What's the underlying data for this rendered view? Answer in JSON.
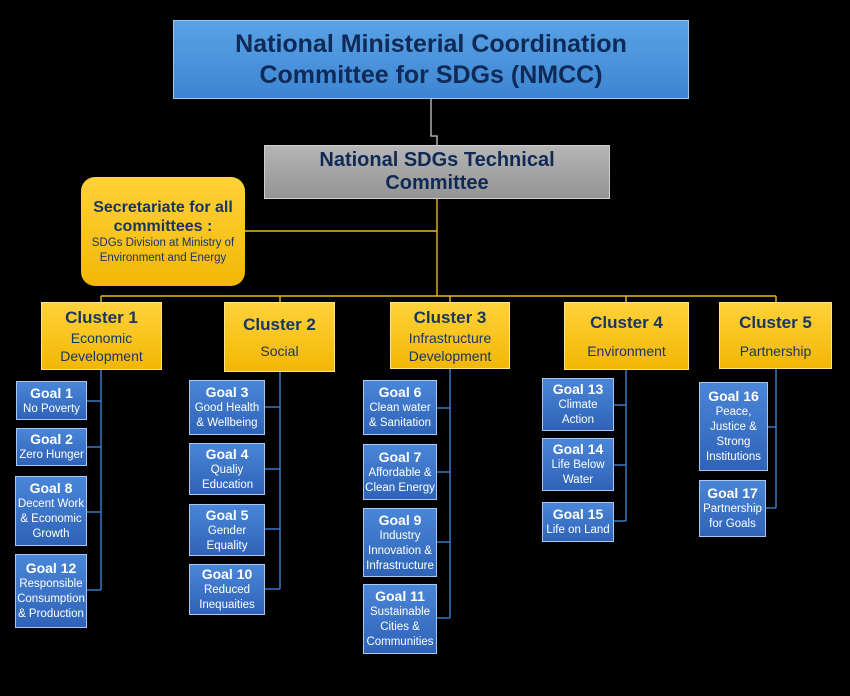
{
  "top": {
    "line1": "National Ministerial Coordination",
    "line2": "Committee for SDGs (NMCC)"
  },
  "technical": {
    "label": "National SDGs Technical Committee"
  },
  "secretariat": {
    "title": "Secretariate for all committees :",
    "body": "SDGs Division at Ministry of Environment and Energy"
  },
  "clusters": [
    {
      "title": "Cluster 1",
      "subtitle": "Economic Development",
      "goals": [
        {
          "title": "Goal 1",
          "desc": "No Poverty"
        },
        {
          "title": "Goal 2",
          "desc": "Zero Hunger"
        },
        {
          "title": "Goal 8",
          "desc": "Decent Work & Economic Growth"
        },
        {
          "title": "Goal 12",
          "desc": "Responsible Consumption & Production"
        }
      ]
    },
    {
      "title": "Cluster 2",
      "subtitle": "Social",
      "goals": [
        {
          "title": "Goal 3",
          "desc": "Good Health & Wellbeing"
        },
        {
          "title": "Goal 4",
          "desc": "Qualiy Education"
        },
        {
          "title": "Goal 5",
          "desc": "Gender Equality"
        },
        {
          "title": "Goal 10",
          "desc": "Reduced Inequaities"
        }
      ]
    },
    {
      "title": "Cluster 3",
      "subtitle": "Infrastructure Development",
      "goals": [
        {
          "title": "Goal 6",
          "desc": "Clean water & Sanitation"
        },
        {
          "title": "Goal 7",
          "desc": "Affordable & Clean Energy"
        },
        {
          "title": "Goal 9",
          "desc": "Industry Innovation & Infrastructure"
        },
        {
          "title": "Goal 11",
          "desc": "Sustainable Cities & Communities"
        }
      ]
    },
    {
      "title": "Cluster 4",
      "subtitle": "Environment",
      "goals": [
        {
          "title": "Goal 13",
          "desc": "Climate Action"
        },
        {
          "title": "Goal 14",
          "desc": "Life Below Water"
        },
        {
          "title": "Goal 15",
          "desc": "Life on Land"
        }
      ]
    },
    {
      "title": "Cluster 5",
      "subtitle": "Partnership",
      "goals": [
        {
          "title": "Goal 16",
          "desc": "Peace, Justice & Strong Institutions"
        },
        {
          "title": "Goal 17",
          "desc": "Partnership for Goals"
        }
      ]
    }
  ]
}
